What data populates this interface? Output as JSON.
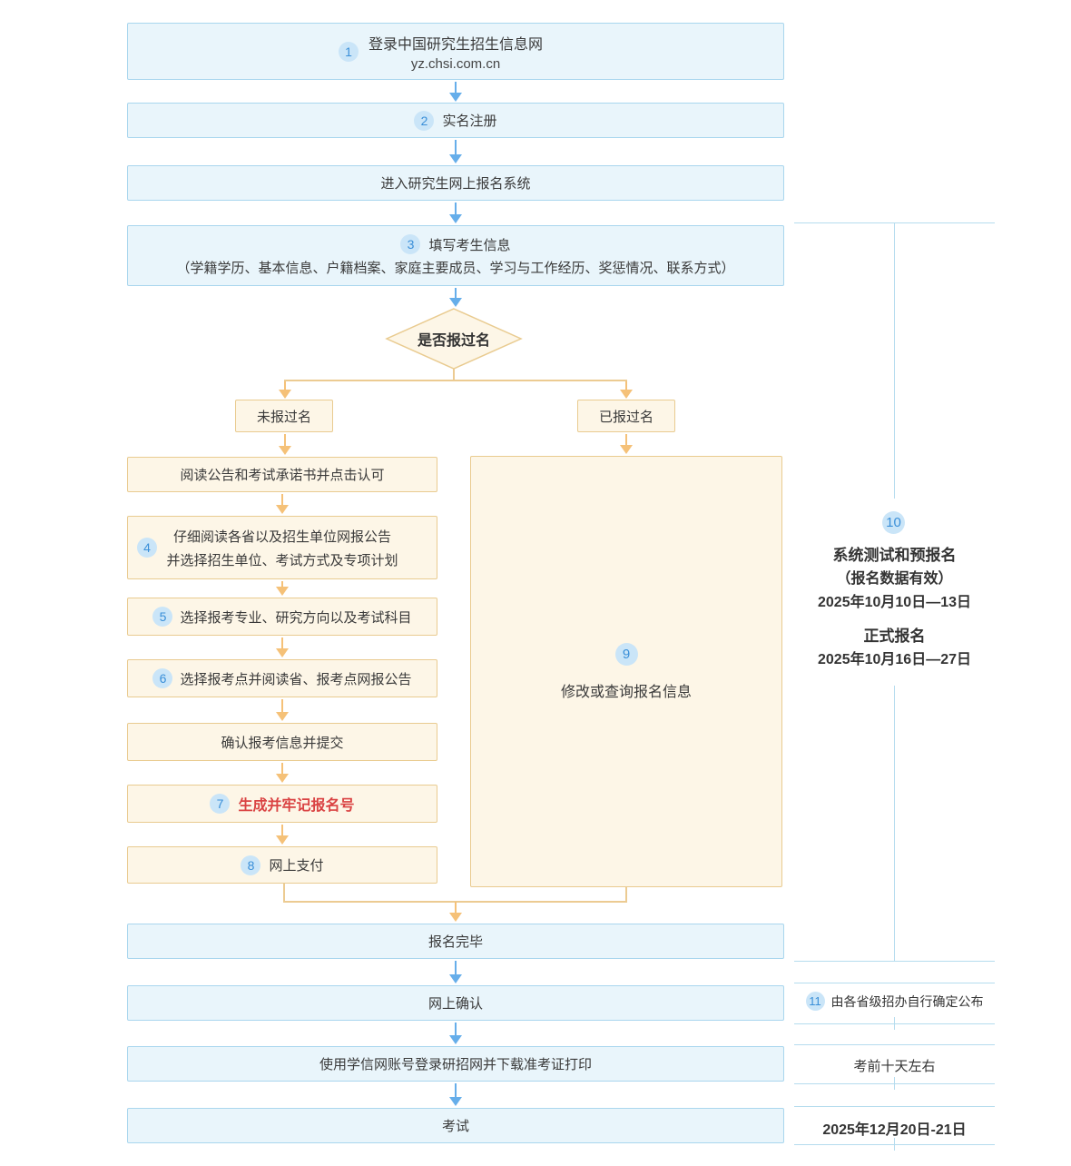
{
  "colors": {
    "blue_box_fill": "#e9f5fb",
    "blue_box_border": "#a9d6ee",
    "orange_box_fill": "#fdf6e7",
    "orange_box_border": "#e9cb90",
    "blue_arrow": "#66aeea",
    "orange_arrow": "#f5c178",
    "badge_fill": "#cae5f8",
    "badge_text": "#3a8fd8",
    "highlight_red": "#da4343",
    "sidebar_line": "#b5dcee"
  },
  "flow": {
    "step1": {
      "badge": "1",
      "line1": "登录中国研究生招生信息网",
      "line2": "yz.chsi.com.cn"
    },
    "step2": {
      "badge": "2",
      "label": "实名注册"
    },
    "step3": {
      "label": "进入研究生网上报名系统"
    },
    "step4": {
      "badge": "3",
      "line1": "填写考生信息",
      "line2": "（学籍学历、基本信息、户籍档案、家庭主要成员、学习与工作经历、奖惩情况、联系方式）"
    },
    "decision": {
      "label": "是否报过名"
    },
    "branch_no": {
      "label": "未报过名"
    },
    "branch_yes": {
      "label": "已报过名"
    },
    "left_steps": [
      {
        "label": "阅读公告和考试承诺书并点击认可"
      },
      {
        "badge": "4",
        "line1": "仔细阅读各省以及招生单位网报公告",
        "line2": "并选择招生单位、考试方式及专项计划"
      },
      {
        "badge": "5",
        "label": "选择报考专业、研究方向以及考试科目"
      },
      {
        "badge": "6",
        "label": "选择报考点并阅读省、报考点网报公告"
      },
      {
        "label": "确认报考信息并提交"
      },
      {
        "badge": "7",
        "label": "生成并牢记报名号"
      },
      {
        "badge": "8",
        "label": "网上支付"
      }
    ],
    "right_step": {
      "badge": "9",
      "label": "修改或查询报名信息"
    },
    "step_done": {
      "label": "报名完毕"
    },
    "step_confirm": {
      "label": "网上确认"
    },
    "step_download": {
      "label": "使用学信网账号登录研招网并下载准考证打印"
    },
    "step_exam": {
      "label": "考试"
    }
  },
  "sidebar": {
    "badge10": "10",
    "test_title": "系统测试和预报名",
    "test_note": "（报名数据有效）",
    "test_date": "2025年10月10日—13日",
    "formal_title": "正式报名",
    "formal_date": "2025年10月16日—27日",
    "badge11": "11",
    "confirm_note": "由各省级招办自行确定公布",
    "download_note": "考前十天左右",
    "exam_date": "2025年12月20日-21日"
  }
}
